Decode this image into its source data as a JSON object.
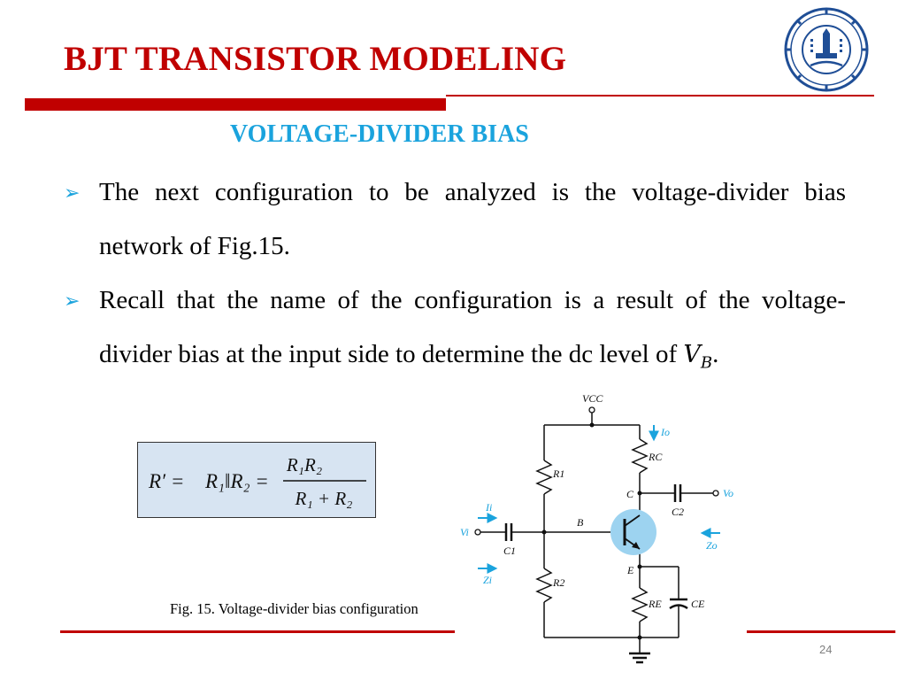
{
  "slide": {
    "title": "BJT TRANSISTOR MODELING",
    "subtitle": "VOLTAGE-DIVIDER BIAS",
    "bullets": [
      {
        "text": "The next configuration to be analyzed is the voltage-divider bias network of Fig.15."
      },
      {
        "text_before": "Recall that the name of the configuration is a result of the voltage-divider bias at the input side to determine the dc level of ",
        "math_var": "V",
        "math_sub": "B",
        "text_after": "."
      }
    ],
    "formula": {
      "lhs": "R′ =",
      "parallel": "R₁‖R₂ =",
      "numerator": "R₁R₂",
      "denominator": "R₁ + R₂"
    },
    "figure_caption": "Fig. 15. Voltage-divider bias configuration",
    "page_number": "24"
  },
  "circuit_labels": {
    "vcc": "VCC",
    "r1": "R1",
    "r2": "R2",
    "rc": "RC",
    "re": "RE",
    "ce": "CE",
    "c1": "C1",
    "c2": "C2",
    "b": "B",
    "c": "C",
    "e": "E",
    "vi": "Vi",
    "vo": "Vo",
    "ii": "Ii",
    "io": "Io",
    "zi": "Zi",
    "zo": "Zo"
  },
  "colors": {
    "title_red": "#c00000",
    "accent_blue": "#1aa3dd",
    "formula_bg": "#d7e4f2",
    "transistor_fill": "#9dd3f0"
  },
  "icons": {
    "bullet": "arrowhead-bullet-icon",
    "logo": "college-of-engineering-seal-icon"
  }
}
